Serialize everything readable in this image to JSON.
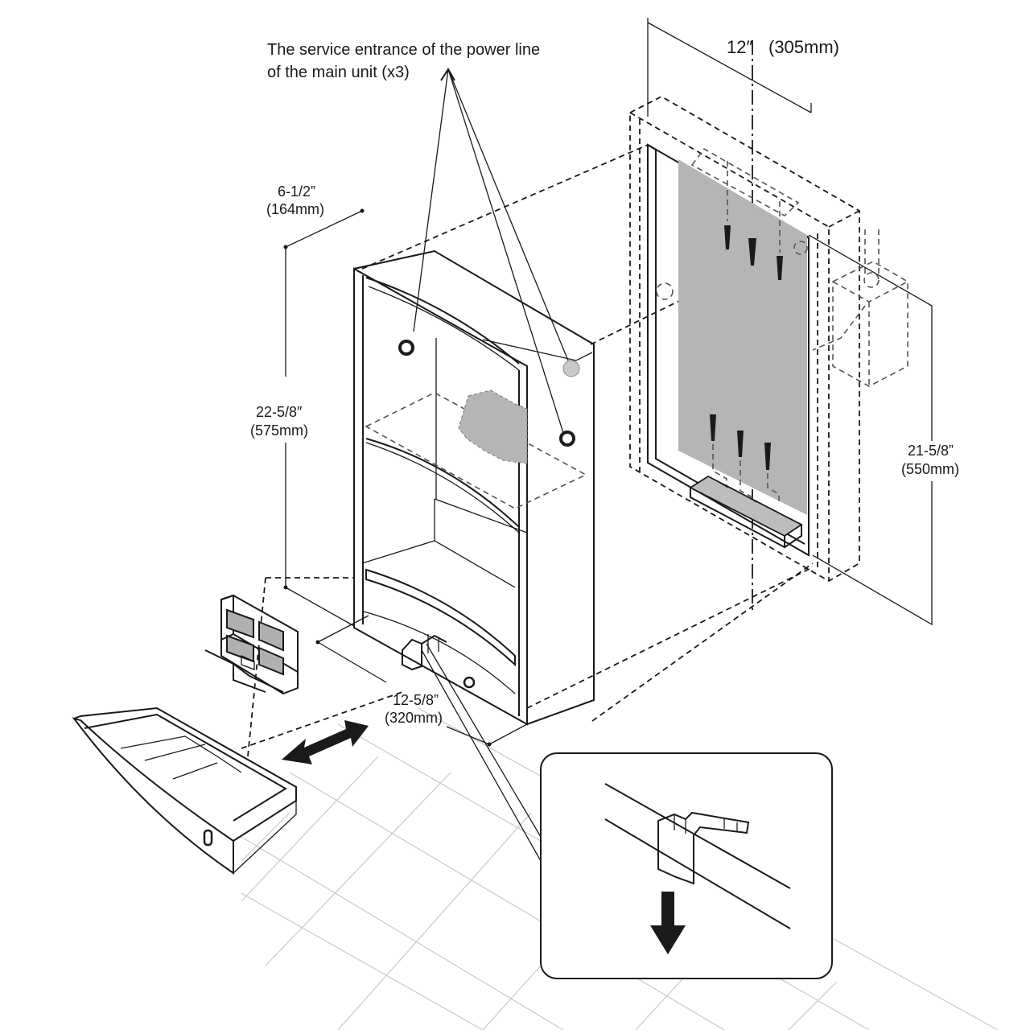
{
  "annotations": {
    "service_entrance_line1": "The service entrance of the power line",
    "service_entrance_line2": "of the main unit (x3)"
  },
  "dimensions": {
    "width_top": {
      "imperial": "12″",
      "metric": "(305mm)"
    },
    "depth": {
      "imperial": "6-1/2”",
      "metric": "(164mm)"
    },
    "unit_height": {
      "imperial": "22-5/8″",
      "metric": "(575mm)"
    },
    "box_height": {
      "imperial": "21-5/8”",
      "metric": "(550mm)"
    },
    "unit_width": {
      "imperial": "12-5/8”",
      "metric": "(320mm)"
    }
  },
  "colors": {
    "line": "#1a1a1a",
    "panel_gray": "#b5b5b5",
    "tile": "#c9c9c9"
  },
  "icons": [
    "screw-icon",
    "clip-bracket-icon",
    "down-arrow-icon",
    "double-arrow-icon"
  ]
}
